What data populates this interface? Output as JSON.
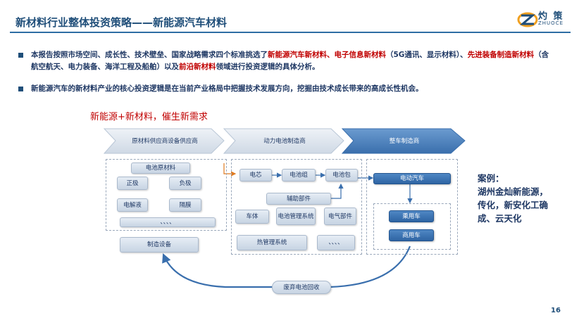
{
  "header": {
    "title": "新材料行业整体投资策略——新能源汽车材料",
    "logo_cn": "灼 策",
    "logo_en": "ZHUOCE"
  },
  "bullets": [
    {
      "segments": [
        {
          "text": "本报告按照市场空间、成长性、技术壁垒、国家战略需求四个标准挑选了",
          "red": false
        },
        {
          "text": "新能源汽车新材料、电子信息新材料",
          "red": true
        },
        {
          "text": "（5G通讯、显示材料）、",
          "red": false
        },
        {
          "text": "先进装备制造新材料",
          "red": true
        },
        {
          "text": "（含航空航天、电力装备、海洋工程及船舶）以及",
          "red": false
        },
        {
          "text": "前沿新材料",
          "red": true
        },
        {
          "text": "领域进行投资逻辑的具体分析。",
          "red": false
        }
      ]
    },
    {
      "segments": [
        {
          "text": "新能源汽车的新材料产业的核心投资逻辑是在当前产业格局中把握技术发展方向，挖掘由技术成长带来的高成长性机会。",
          "red": false
        }
      ]
    }
  ],
  "figure": {
    "title": "新能源+新材料，催生新需求",
    "stages": [
      "原材料供应商设备供应商",
      "动力电池制造商",
      "整车制造商"
    ],
    "battery_raw": "电池原材料",
    "cathode": "正极",
    "anode": "负极",
    "electrolyte": "电解液",
    "separator": "隔膜",
    "dots": "、、、、",
    "equipment": "制造设备",
    "cell": "电芯",
    "module": "电池组",
    "pack": "电池包",
    "aux": "辅助部件",
    "body": "车体",
    "bms": "电池管理系统",
    "electrical": "电气部件",
    "thermal": "热管理系统",
    "dots2": "、、、、",
    "ev": "电动汽车",
    "passenger": "乘用车",
    "commercial": "商用车",
    "recycle": "废弃电池回收"
  },
  "case": {
    "label": "案例：",
    "text": "湖州金灿新能源，传化，新安化工确成、云天化"
  },
  "page_number": "16",
  "colors": {
    "title": "#1f4e79",
    "accent_red": "#c00000",
    "blue_box": "#2e64a3"
  }
}
